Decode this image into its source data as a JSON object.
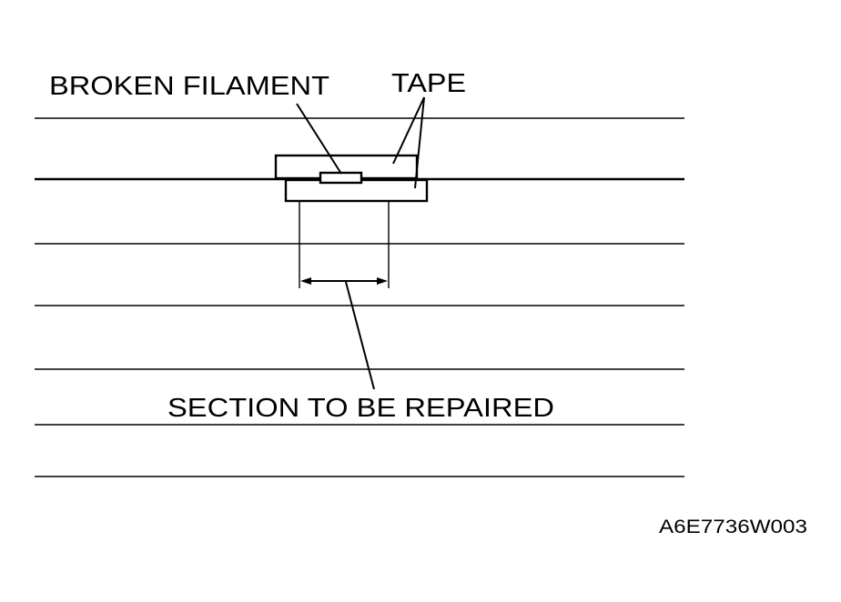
{
  "labels": {
    "broken_filament": "BROKEN FILAMENT",
    "tape": "TAPE",
    "section_to_be_repaired": "SECTION TO BE REPAIRED"
  },
  "figure_code": "A6E7736W003",
  "colors": {
    "line": "#000000",
    "background": "#ffffff"
  }
}
